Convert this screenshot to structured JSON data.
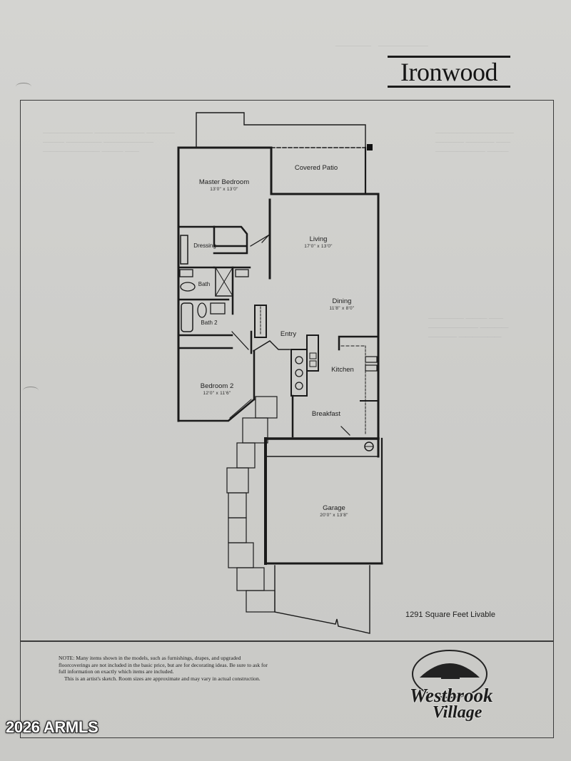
{
  "document": {
    "title": "Ironwood",
    "square_footage": "1291 Square Feet Livable",
    "rooms": [
      {
        "name": "Master Bedroom",
        "dimensions": "13'0\" x 13'0\""
      },
      {
        "name": "Covered Patio",
        "dimensions": ""
      },
      {
        "name": "Living",
        "dimensions": "17'0\" x 13'0\""
      },
      {
        "name": "Dressing",
        "dimensions": ""
      },
      {
        "name": "Bath",
        "dimensions": ""
      },
      {
        "name": "Dining",
        "dimensions": "11'8\" x 8'0\""
      },
      {
        "name": "Bath 2",
        "dimensions": ""
      },
      {
        "name": "Entry",
        "dimensions": ""
      },
      {
        "name": "Kitchen",
        "dimensions": ""
      },
      {
        "name": "Bedroom 2",
        "dimensions": "12'0\" x 11'6\""
      },
      {
        "name": "Breakfast",
        "dimensions": ""
      },
      {
        "name": "Garage",
        "dimensions": "20'0\" x 13'8\""
      }
    ],
    "note": {
      "paragraph1": "NOTE: Many items shown in the models, such as furnishings, drapes, and upgraded floorcoverings are not included in the basic price, but are for decorating ideas. Be sure to ask for full information on exactly which items are included.",
      "paragraph2": "This is an artist's sketch. Room sizes are approximate and may vary in actual construction."
    },
    "logo": {
      "line1": "Westbrook",
      "line2": "Village"
    }
  },
  "watermark": "2026 ARMLS"
}
